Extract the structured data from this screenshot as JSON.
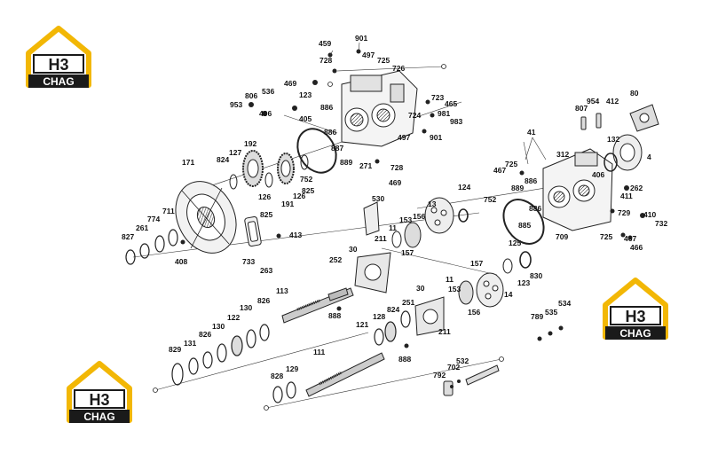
{
  "logo": {
    "mark": "H3",
    "text": "CHAG",
    "accent": "#f2b705",
    "dark": "#1a1a1a"
  },
  "labels": [
    "459",
    "901",
    "728",
    "497",
    "725",
    "726",
    "469",
    "123",
    "953",
    "806",
    "536",
    "406",
    "405",
    "886",
    "886",
    "723",
    "465",
    "724",
    "981",
    "983",
    "497",
    "901",
    "887",
    "889",
    "271",
    "728",
    "469",
    "752",
    "192",
    "171",
    "824",
    "127",
    "825",
    "126",
    "191",
    "126",
    "825",
    "711",
    "774",
    "261",
    "827",
    "408",
    "733",
    "263",
    "413",
    "530",
    "11",
    "153",
    "156",
    "13",
    "211",
    "157",
    "124",
    "30",
    "252",
    "888",
    "113",
    "826",
    "130",
    "122",
    "130",
    "826",
    "131",
    "829",
    "828",
    "129",
    "111",
    "121",
    "128",
    "824",
    "251",
    "30",
    "211",
    "888",
    "11",
    "153",
    "156",
    "157",
    "14",
    "123",
    "830",
    "125",
    "41",
    "954",
    "412",
    "80",
    "807",
    "467",
    "725",
    "886",
    "312",
    "132",
    "4",
    "752",
    "889",
    "886",
    "885",
    "709",
    "406",
    "262",
    "411",
    "729",
    "410",
    "725",
    "467",
    "466",
    "732",
    "789",
    "535",
    "534",
    "792",
    "702",
    "532"
  ],
  "colors": {
    "line": "#222222",
    "background": "#ffffff"
  }
}
